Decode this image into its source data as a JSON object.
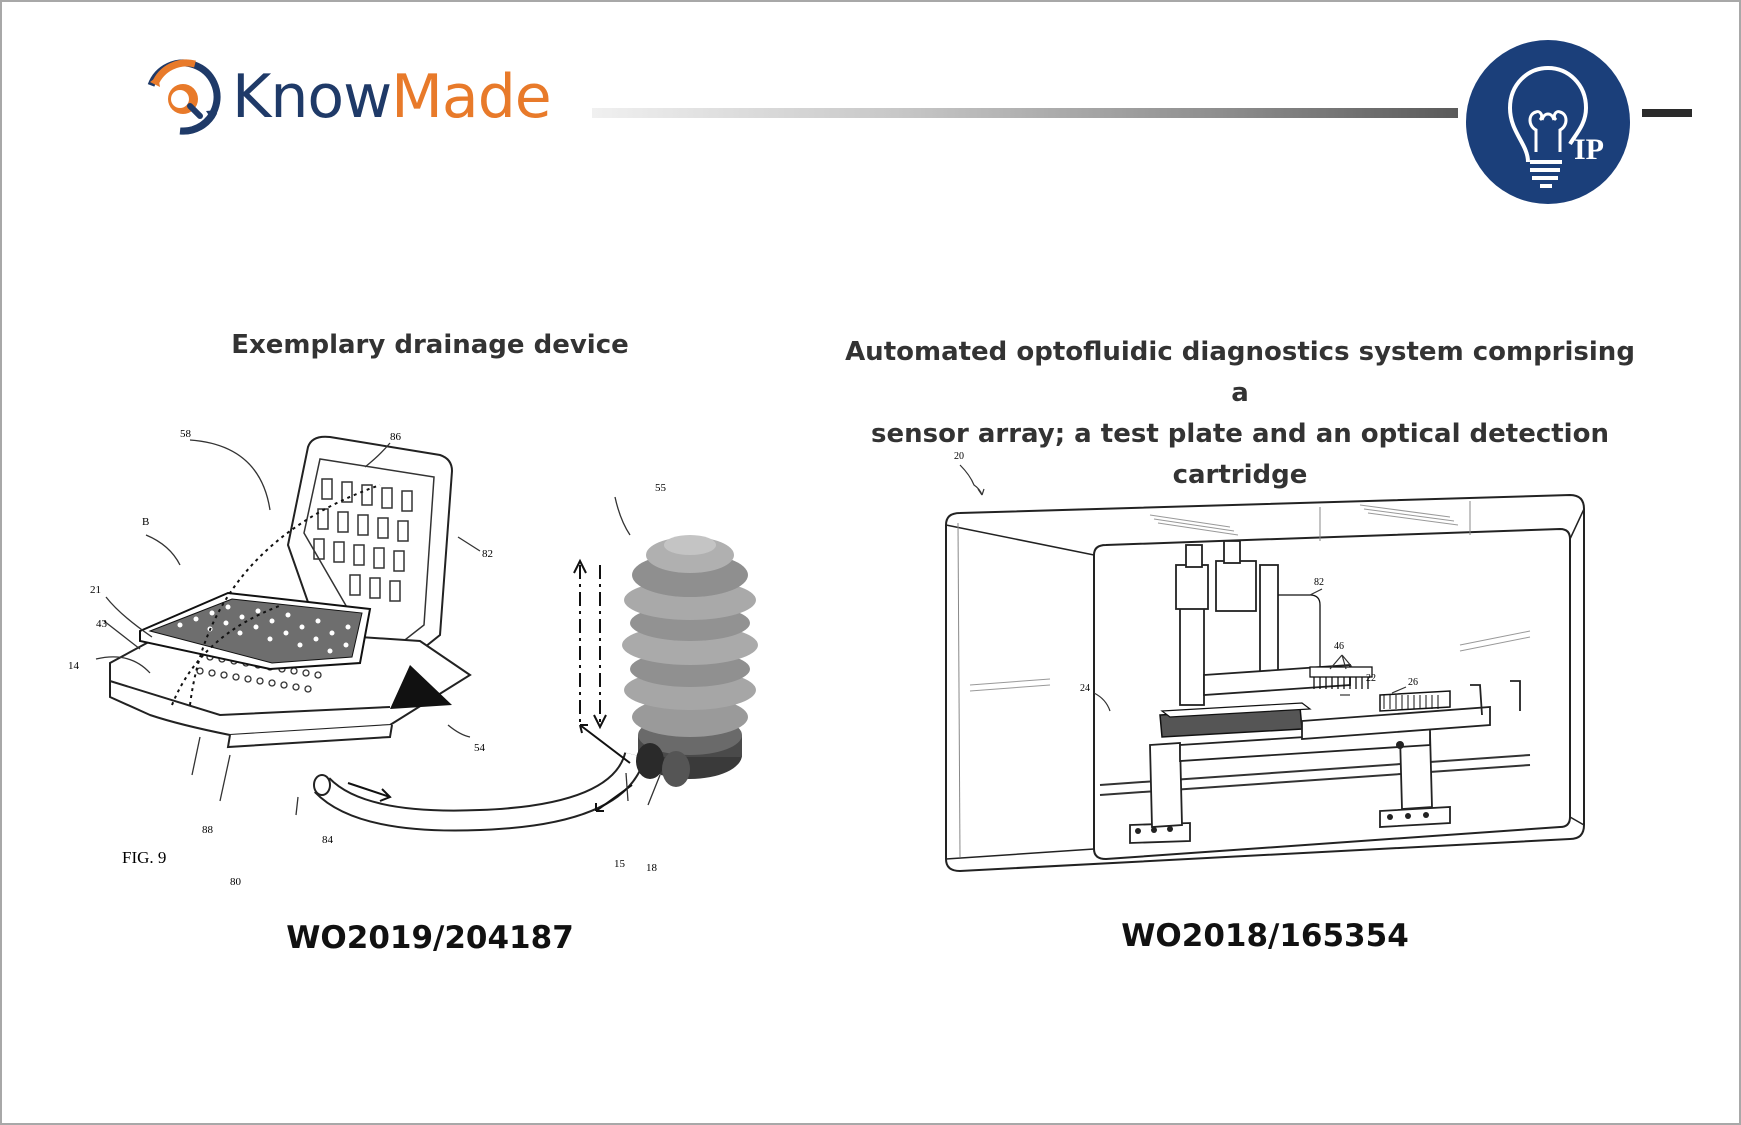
{
  "brand": {
    "name_part1": "Know",
    "name_part2": "Made",
    "badge_label": "IP",
    "colors": {
      "navy": "#1f3a68",
      "orange": "#e87a2a",
      "badge": "#1b3f7a"
    }
  },
  "left_panel": {
    "caption": "Exemplary drainage device",
    "patent_number": "WO2019/204187",
    "figure_label": "FIG. 9",
    "refs": {
      "r58": "58",
      "r86": "86",
      "r82": "82",
      "rB": "B",
      "r21": "21",
      "r43": "43",
      "r14": "14",
      "r88": "88",
      "r80": "80",
      "r84": "84",
      "r54": "54",
      "r55": "55",
      "r15": "15",
      "r18": "18"
    }
  },
  "right_panel": {
    "caption_line1": "Automated optofluidic diagnostics system comprising a",
    "caption_line2": "sensor array; a test plate and an optical detection cartridge",
    "patent_number": "WO2018/165354",
    "refs": {
      "r20": "20",
      "r82": "82",
      "r46": "46",
      "r22": "22",
      "r24": "24",
      "r26": "26"
    }
  }
}
